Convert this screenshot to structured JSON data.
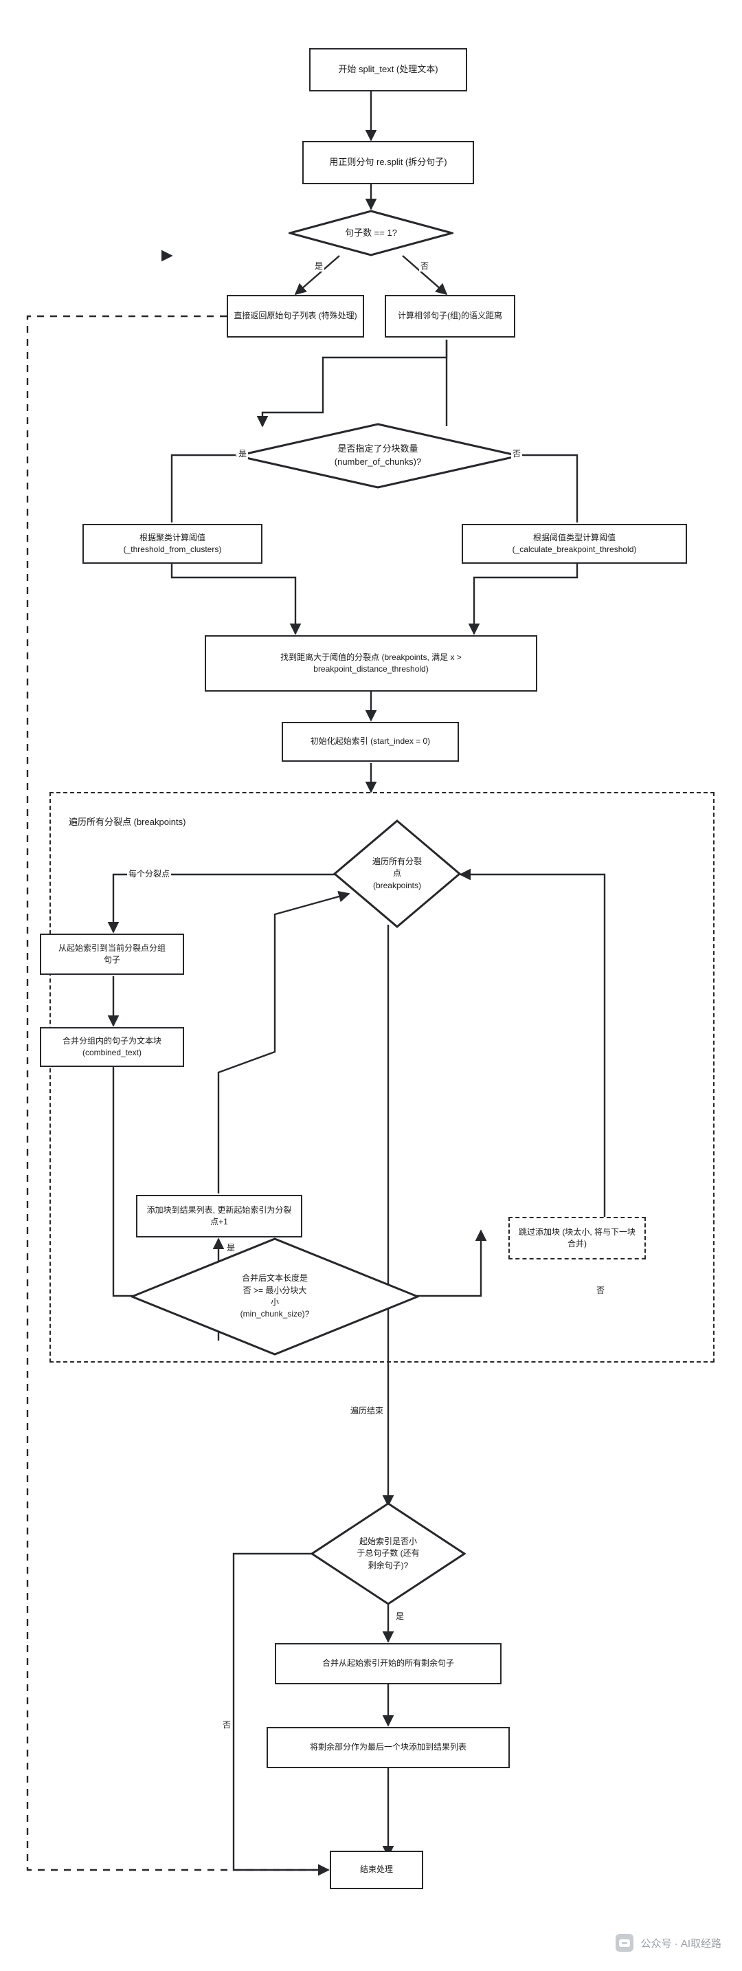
{
  "diagram": {
    "type": "flowchart",
    "direction": "top-down",
    "title_node": "开始 split_text (处理文本)",
    "nodes": [
      {
        "id": "start",
        "shape": "rect",
        "text": "开始 split_text (处理文本)"
      },
      {
        "id": "resplit",
        "shape": "rect",
        "text": "用正则分句 re.split (拆分句子)"
      },
      {
        "id": "d_one",
        "shape": "diamond",
        "text": "句子数 == 1?"
      },
      {
        "id": "return_raw",
        "shape": "rect",
        "text": "直接返回原始句子列表 (特殊处理)"
      },
      {
        "id": "calc_dist",
        "shape": "rect",
        "text": "计算相邻句子(组)的语义距离"
      },
      {
        "id": "d_chunks",
        "shape": "diamond",
        "text": "是否指定了分块数量\n(number_of_chunks)?"
      },
      {
        "id": "thr_cluster",
        "shape": "rect",
        "text": "根据聚类计算阈值\n(_threshold_from_clusters)"
      },
      {
        "id": "thr_type",
        "shape": "rect",
        "text": "根据阈值类型计算阈值\n(_calculate_breakpoint_threshold)"
      },
      {
        "id": "find_bp",
        "shape": "rect",
        "text": "找到距离大于阈值的分裂点 (breakpoints, 满足 x >\nbreakpoint_distance_threshold)"
      },
      {
        "id": "init_idx",
        "shape": "rect",
        "text": "初始化起始索引 (start_index = 0)"
      },
      {
        "id": "loop_d",
        "shape": "diamond",
        "text": "遍历所有分裂\n点\n(breakpoints)"
      },
      {
        "id": "group_sent",
        "shape": "rect",
        "text": "从起始索引到当前分裂点分组\n句子"
      },
      {
        "id": "combine",
        "shape": "rect",
        "text": "合并分组内的句子为文本块\n(combined_text)"
      },
      {
        "id": "append_chunk",
        "shape": "rect",
        "text": "添加块到结果列表, 更新起始索引为分裂\n点+1"
      },
      {
        "id": "d_minsize",
        "shape": "diamond",
        "text": "合并后文本长度是\n否 >= 最小分块大\n小\n(min_chunk_size)?"
      },
      {
        "id": "skip_chunk",
        "shape": "dashed",
        "text": "跳过添加块 (块太小, 将与下一块\n合并)"
      },
      {
        "id": "d_remain",
        "shape": "diamond",
        "text": "起始索引是否小\n于总句子数 (还有\n剩余句子)?"
      },
      {
        "id": "merge_rest",
        "shape": "rect",
        "text": "合并从起始索引开始的所有剩余句子"
      },
      {
        "id": "append_last",
        "shape": "rect",
        "text": "将剩余部分作为最后一个块添加到结果列表"
      },
      {
        "id": "end",
        "shape": "rect",
        "text": "结束处理"
      }
    ],
    "subgraph": {
      "id": "loop_subgraph",
      "label": "遍历所有分裂点 (breakpoints)"
    },
    "edge_labels": {
      "yes": "是",
      "no": "否",
      "each_breakpoint": "每个分裂点",
      "loop_end": "遍历结束"
    },
    "edges": [
      {
        "from": "start",
        "to": "resplit",
        "label": ""
      },
      {
        "from": "resplit",
        "to": "d_one",
        "label": ""
      },
      {
        "from": "d_one",
        "to": "return_raw",
        "label": "是"
      },
      {
        "from": "d_one",
        "to": "calc_dist",
        "label": "否"
      },
      {
        "from": "calc_dist",
        "to": "d_chunks",
        "label": ""
      },
      {
        "from": "d_chunks",
        "to": "thr_cluster",
        "label": "是"
      },
      {
        "from": "d_chunks",
        "to": "thr_type",
        "label": "否"
      },
      {
        "from": "thr_cluster",
        "to": "find_bp",
        "label": ""
      },
      {
        "from": "thr_type",
        "to": "find_bp",
        "label": ""
      },
      {
        "from": "find_bp",
        "to": "init_idx",
        "label": ""
      },
      {
        "from": "init_idx",
        "to": "loop_d",
        "label": ""
      },
      {
        "from": "loop_d",
        "to": "group_sent",
        "label": "每个分裂点"
      },
      {
        "from": "group_sent",
        "to": "combine",
        "label": ""
      },
      {
        "from": "combine",
        "to": "d_minsize",
        "label": ""
      },
      {
        "from": "d_minsize",
        "to": "append_chunk",
        "label": "是"
      },
      {
        "from": "d_minsize",
        "to": "skip_chunk",
        "label": "否"
      },
      {
        "from": "append_chunk",
        "to": "loop_d",
        "label": ""
      },
      {
        "from": "skip_chunk",
        "to": "loop_d",
        "label": ""
      },
      {
        "from": "loop_d",
        "to": "d_remain",
        "label": "遍历结束"
      },
      {
        "from": "d_remain",
        "to": "merge_rest",
        "label": "是"
      },
      {
        "from": "d_remain",
        "to": "end",
        "label": "否"
      },
      {
        "from": "merge_rest",
        "to": "append_last",
        "label": ""
      },
      {
        "from": "append_last",
        "to": "end",
        "label": ""
      },
      {
        "from": "return_raw",
        "to": "end",
        "label": ""
      }
    ],
    "colors": {
      "stroke": "#26282b",
      "fill": "#ffffff",
      "text": "#1b1b1b",
      "watermark": "#9aa0a6"
    }
  },
  "watermark": {
    "text": "公众号 · AI取经路",
    "icon": "wechat-badge-icon"
  }
}
